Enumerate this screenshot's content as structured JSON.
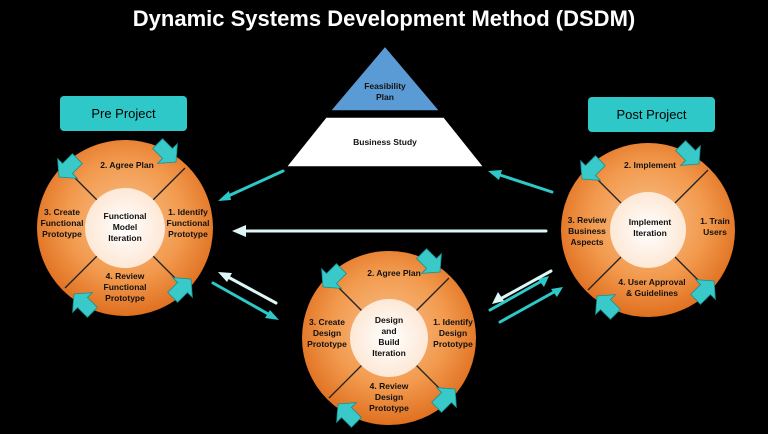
{
  "title": "Dynamic Systems Development Method (DSDM)",
  "colors": {
    "accent_teal": "#2ec8c8",
    "orange_light": "#f4a868",
    "orange_dark": "#e07020",
    "pyramid_top": "#5b9bd5",
    "pyramid_mid": "#ffffff"
  },
  "tags": {
    "pre_project": "Pre Project",
    "post_project": "Post Project"
  },
  "pyramid": {
    "top": [
      "Feasibility",
      "Plan"
    ],
    "middle": "Business Study"
  },
  "cycles": {
    "functional": {
      "center": [
        "Functional",
        "Model",
        "Iteration"
      ],
      "top": [
        "2. Agree Plan"
      ],
      "right": [
        "1. Identify",
        "Functional",
        "Prototype"
      ],
      "bottom": [
        "4. Review",
        "Functional",
        "Prototype"
      ],
      "left": [
        "3. Create",
        "Functional",
        "Prototype"
      ]
    },
    "design": {
      "center": [
        "Design",
        "and",
        "Build",
        "Iteration"
      ],
      "top": [
        "2. Agree Plan"
      ],
      "right": [
        "1. Identify",
        "Design",
        "Prototype"
      ],
      "bottom": [
        "4. Review",
        "Design",
        "Prototype"
      ],
      "left": [
        "3. Create",
        "Design",
        "Prototype"
      ]
    },
    "implement": {
      "center": [
        "Implement",
        "Iteration"
      ],
      "top": [
        "2. Implement"
      ],
      "right": [
        "1. Train",
        "Users"
      ],
      "bottom": [
        "4. User Approval",
        "& Guidelines"
      ],
      "left": [
        "3. Review",
        "Business",
        "Aspects"
      ]
    }
  }
}
